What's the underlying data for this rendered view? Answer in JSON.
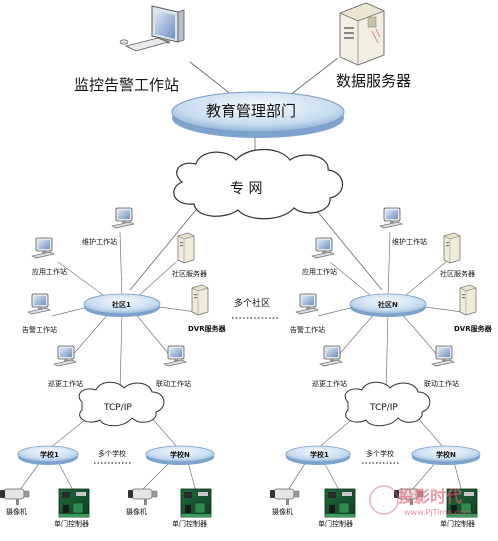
{
  "top": {
    "monitor_station": "监控告警工作站",
    "data_server": "数据服务器",
    "education_dept": "教育管理部门",
    "private_network": "专 网"
  },
  "middle": {
    "multi_community": "多个社区"
  },
  "left_community": {
    "hub": "社区1",
    "maintenance": "维护工作站",
    "application": "应用工作站",
    "community_server": "社区服务器",
    "alarm": "告警工作站",
    "dvr_server": "DVR服务器",
    "patrol": "巡更工作站",
    "linkage": "联动工作站",
    "tcpip": "TCP/IP",
    "school1": "学校1",
    "schoolN": "学校N",
    "multi_school": "多个学校",
    "camera1": "摄像机",
    "controller1": "单门控制器",
    "camera2": "摄像机",
    "controller2": "单门控制器"
  },
  "right_community": {
    "hub": "社区N",
    "maintenance": "维护工作站",
    "application": "应用工作站",
    "community_server": "社区服务器",
    "alarm": "告警工作站",
    "dvr_server": "DVR服务器",
    "patrol": "巡更工作站",
    "linkage": "联动工作站",
    "tcpip": "TCP/IP",
    "school1": "学校1",
    "schoolN": "学校N",
    "multi_school": "多个学校",
    "camera1": "摄像机",
    "controller1": "单门控制器",
    "camera2": "",
    "controller2": "单门控制器"
  },
  "watermark": {
    "text": "投影时代",
    "url": "www.PjTime.com"
  },
  "colors": {
    "disc_light": "#e9f2fb",
    "disc_dark": "#8fb3d9",
    "line": "#777777",
    "watermark": "#e06070"
  }
}
